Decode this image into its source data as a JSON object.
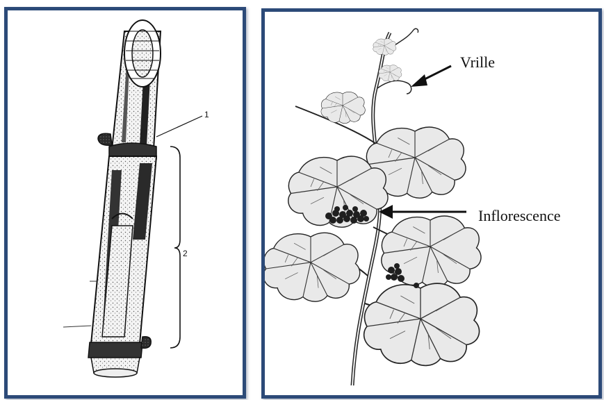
{
  "left_panel": {
    "callout_1": "1",
    "callout_2": "2"
  },
  "right_panel": {
    "label_tendril": "Vrille",
    "label_inflorescence": "Inflorescence"
  },
  "colors": {
    "frame": "#2c4a78",
    "ink": "#1a1a1a"
  }
}
